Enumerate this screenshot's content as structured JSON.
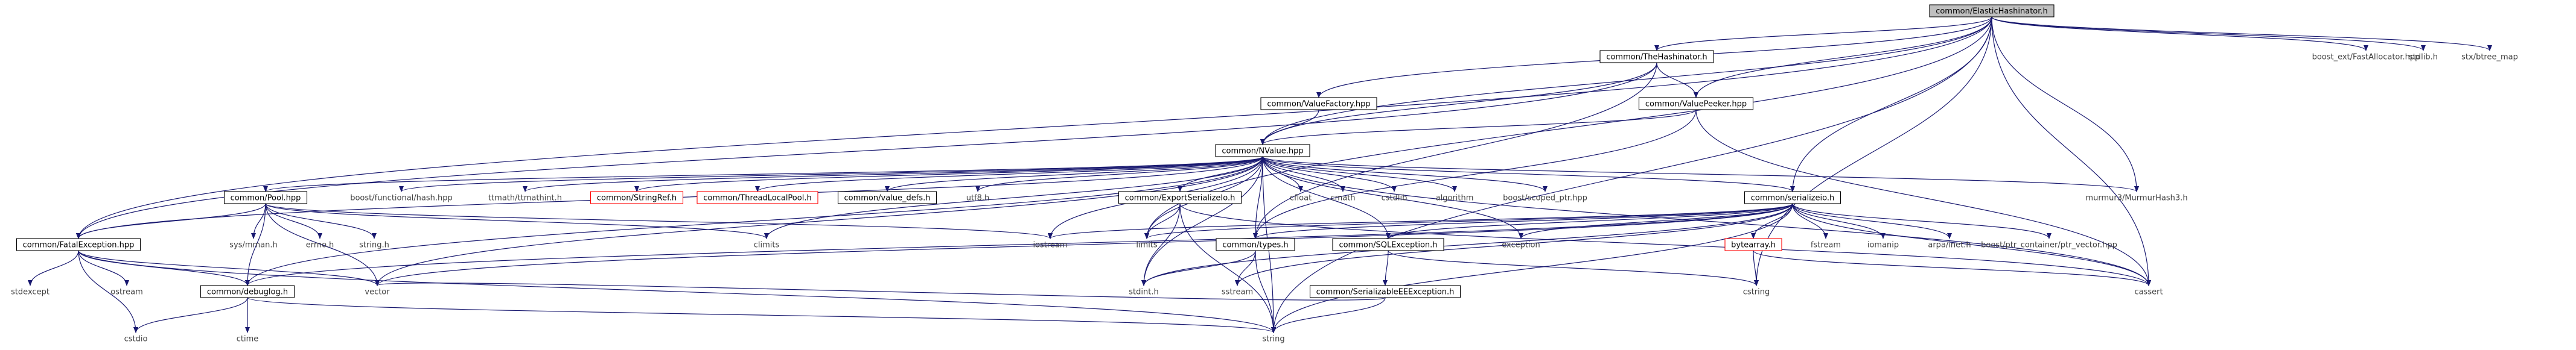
{
  "colors": {
    "edge": "#191970",
    "main_fill": "#bfbfbf",
    "documented_border": "#000000",
    "truncated_border": "#ff0000",
    "external_text": "#404040"
  },
  "nodes": [
    {
      "id": "eh",
      "label": "common/ElasticHashinator.h",
      "style": "main"
    },
    {
      "id": "th",
      "label": "common/TheHashinator.h",
      "style": "doc"
    },
    {
      "id": "bfa",
      "label": "boost_ext/FastAllocator.hpp",
      "style": "ext"
    },
    {
      "id": "stdlib",
      "label": "stdlib.h",
      "style": "ext"
    },
    {
      "id": "stx",
      "label": "stx/btree_map",
      "style": "ext"
    },
    {
      "id": "vf",
      "label": "common/ValueFactory.hpp",
      "style": "doc"
    },
    {
      "id": "vp",
      "label": "common/ValuePeeker.hpp",
      "style": "doc"
    },
    {
      "id": "nv",
      "label": "common/NValue.hpp",
      "style": "doc"
    },
    {
      "id": "pool",
      "label": "common/Pool.hpp",
      "style": "doc"
    },
    {
      "id": "bfh",
      "label": "boost/functional/hash.hpp",
      "style": "ext"
    },
    {
      "id": "tt",
      "label": "ttmath/ttmathint.h",
      "style": "ext"
    },
    {
      "id": "sr",
      "label": "common/StringRef.h",
      "style": "trunc"
    },
    {
      "id": "tlp",
      "label": "common/ThreadLocalPool.h",
      "style": "trunc"
    },
    {
      "id": "vd",
      "label": "common/value_defs.h",
      "style": "doc"
    },
    {
      "id": "utf8",
      "label": "utf8.h",
      "style": "ext"
    },
    {
      "id": "es",
      "label": "common/ExportSerializeIo.h",
      "style": "doc"
    },
    {
      "id": "cfloat",
      "label": "cfloat",
      "style": "ext"
    },
    {
      "id": "cmath",
      "label": "cmath",
      "style": "ext"
    },
    {
      "id": "cstdlib",
      "label": "cstdlib",
      "style": "ext"
    },
    {
      "id": "algorithm",
      "label": "algorithm",
      "style": "ext"
    },
    {
      "id": "bsp",
      "label": "boost/scoped_ptr.hpp",
      "style": "ext"
    },
    {
      "id": "ser",
      "label": "common/serializeio.h",
      "style": "doc"
    },
    {
      "id": "mm",
      "label": "murmur3/MurmurHash3.h",
      "style": "ext"
    },
    {
      "id": "fe",
      "label": "common/FatalException.hpp",
      "style": "doc"
    },
    {
      "id": "sysmman",
      "label": "sys/mman.h",
      "style": "ext"
    },
    {
      "id": "errno",
      "label": "errno.h",
      "style": "ext"
    },
    {
      "id": "stringh",
      "label": "string.h",
      "style": "ext"
    },
    {
      "id": "climits",
      "label": "climits",
      "style": "ext"
    },
    {
      "id": "iostream",
      "label": "iostream",
      "style": "ext"
    },
    {
      "id": "limits",
      "label": "limits",
      "style": "ext"
    },
    {
      "id": "types",
      "label": "common/types.h",
      "style": "doc"
    },
    {
      "id": "sqlex",
      "label": "common/SQLException.h",
      "style": "doc"
    },
    {
      "id": "exception",
      "label": "exception",
      "style": "ext"
    },
    {
      "id": "bytearray",
      "label": "bytearray.h",
      "style": "trunc"
    },
    {
      "id": "fstream",
      "label": "fstream",
      "style": "ext"
    },
    {
      "id": "iomanip",
      "label": "iomanip",
      "style": "ext"
    },
    {
      "id": "arpa",
      "label": "arpa/inet.h",
      "style": "ext"
    },
    {
      "id": "bptr",
      "label": "boost/ptr_container/ptr_vector.hpp",
      "style": "ext"
    },
    {
      "id": "stdexcept",
      "label": "stdexcept",
      "style": "ext"
    },
    {
      "id": "ostream",
      "label": "ostream",
      "style": "ext"
    },
    {
      "id": "dbg",
      "label": "common/debuglog.h",
      "style": "doc"
    },
    {
      "id": "vector",
      "label": "vector",
      "style": "ext"
    },
    {
      "id": "stdint",
      "label": "stdint.h",
      "style": "ext"
    },
    {
      "id": "sstream",
      "label": "sstream",
      "style": "ext"
    },
    {
      "id": "see",
      "label": "common/SerializableEEException.h",
      "style": "doc"
    },
    {
      "id": "cstring",
      "label": "cstring",
      "style": "ext"
    },
    {
      "id": "cassert",
      "label": "cassert",
      "style": "ext"
    },
    {
      "id": "cstdio",
      "label": "cstdio",
      "style": "ext"
    },
    {
      "id": "ctime",
      "label": "ctime",
      "style": "ext"
    },
    {
      "id": "string",
      "label": "string",
      "style": "ext"
    }
  ],
  "edges": [
    [
      "eh",
      "th"
    ],
    [
      "eh",
      "bfa"
    ],
    [
      "eh",
      "stdlib"
    ],
    [
      "eh",
      "stx"
    ],
    [
      "eh",
      "vf"
    ],
    [
      "eh",
      "vp"
    ],
    [
      "eh",
      "nv"
    ],
    [
      "eh",
      "ser"
    ],
    [
      "eh",
      "mm"
    ],
    [
      "eh",
      "fe"
    ],
    [
      "eh",
      "cassert"
    ],
    [
      "eh",
      "cstring"
    ],
    [
      "eh",
      "string"
    ],
    [
      "eh",
      "limits"
    ],
    [
      "th",
      "vp"
    ],
    [
      "th",
      "nv"
    ],
    [
      "th",
      "fe"
    ],
    [
      "th",
      "types"
    ],
    [
      "vf",
      "nv"
    ],
    [
      "vp",
      "nv"
    ],
    [
      "vp",
      "types"
    ],
    [
      "vp",
      "cassert"
    ],
    [
      "nv",
      "pool"
    ],
    [
      "nv",
      "bfh"
    ],
    [
      "nv",
      "tt"
    ],
    [
      "nv",
      "sr"
    ],
    [
      "nv",
      "tlp"
    ],
    [
      "nv",
      "vd"
    ],
    [
      "nv",
      "utf8"
    ],
    [
      "nv",
      "es"
    ],
    [
      "nv",
      "cfloat"
    ],
    [
      "nv",
      "cmath"
    ],
    [
      "nv",
      "cstdlib"
    ],
    [
      "nv",
      "algorithm"
    ],
    [
      "nv",
      "bsp"
    ],
    [
      "nv",
      "ser"
    ],
    [
      "nv",
      "mm"
    ],
    [
      "nv",
      "fe"
    ],
    [
      "nv",
      "climits"
    ],
    [
      "nv",
      "limits"
    ],
    [
      "nv",
      "types"
    ],
    [
      "nv",
      "sqlex"
    ],
    [
      "nv",
      "dbg"
    ],
    [
      "nv",
      "stdint"
    ],
    [
      "nv",
      "vector"
    ],
    [
      "nv",
      "string"
    ],
    [
      "nv",
      "cassert"
    ],
    [
      "nv",
      "exception"
    ],
    [
      "nv",
      "iostream"
    ],
    [
      "pool",
      "fe"
    ],
    [
      "pool",
      "sysmman"
    ],
    [
      "pool",
      "errno"
    ],
    [
      "pool",
      "stringh"
    ],
    [
      "pool",
      "climits"
    ],
    [
      "pool",
      "iostream"
    ],
    [
      "pool",
      "vector"
    ],
    [
      "pool",
      "dbg"
    ],
    [
      "es",
      "limits"
    ],
    [
      "es",
      "stdint"
    ],
    [
      "es",
      "string"
    ],
    [
      "es",
      "cassert"
    ],
    [
      "ser",
      "bytearray"
    ],
    [
      "ser",
      "fstream"
    ],
    [
      "ser",
      "iomanip"
    ],
    [
      "ser",
      "arpa"
    ],
    [
      "ser",
      "bptr"
    ],
    [
      "ser",
      "cassert"
    ],
    [
      "ser",
      "types"
    ],
    [
      "ser",
      "sqlex"
    ],
    [
      "ser",
      "exception"
    ],
    [
      "ser",
      "limits"
    ],
    [
      "ser",
      "iostream"
    ],
    [
      "ser",
      "vector"
    ],
    [
      "ser",
      "string"
    ],
    [
      "ser",
      "sstream"
    ],
    [
      "ser",
      "stdint"
    ],
    [
      "ser",
      "dbg"
    ],
    [
      "fe",
      "stdexcept"
    ],
    [
      "fe",
      "ostream"
    ],
    [
      "fe",
      "cstdio"
    ],
    [
      "fe",
      "string"
    ],
    [
      "fe",
      "vector"
    ],
    [
      "fe",
      "dbg"
    ],
    [
      "types",
      "stdint"
    ],
    [
      "types",
      "string"
    ],
    [
      "types",
      "sstream"
    ],
    [
      "sqlex",
      "see"
    ],
    [
      "sqlex",
      "cstring"
    ],
    [
      "bytearray",
      "cstring"
    ],
    [
      "bytearray",
      "cassert"
    ],
    [
      "see",
      "string"
    ],
    [
      "see",
      "vector"
    ],
    [
      "dbg",
      "cstdio"
    ],
    [
      "dbg",
      "ctime"
    ],
    [
      "dbg",
      "string"
    ]
  ]
}
